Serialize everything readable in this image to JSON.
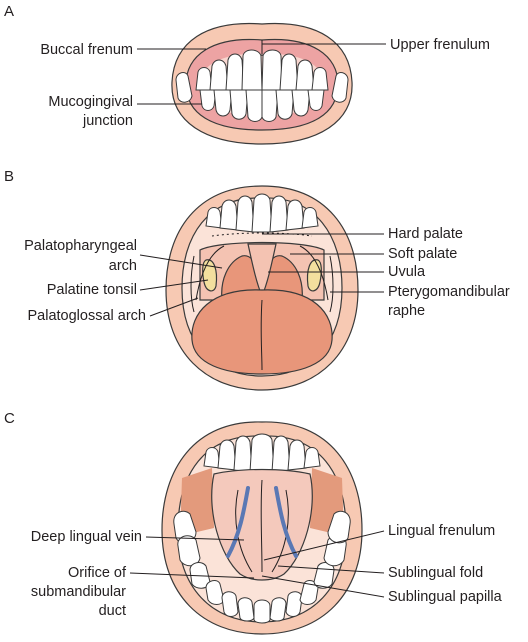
{
  "panels": {
    "a": {
      "letter": "A",
      "labels": {
        "buccal_frenum": "Buccal frenum",
        "upper_frenulum": "Upper frenulum",
        "mucogingival_1": "Mucogingival",
        "mucogingival_2": "junction"
      }
    },
    "b": {
      "letter": "B",
      "labels": {
        "palatopharyngeal_1": "Palatopharyngeal",
        "palatopharyngeal_2": "arch",
        "palatine_tonsil": "Palatine tonsil",
        "palatoglossal_arch": "Palatoglossal arch",
        "hard_palate": "Hard palate",
        "soft_palate": "Soft palate",
        "uvula": "Uvula",
        "pterygomandibular_1": "Pterygomandibular",
        "pterygomandibular_2": "raphe"
      }
    },
    "c": {
      "letter": "C",
      "labels": {
        "deep_lingual_vein": "Deep lingual vein",
        "orifice_1": "Orifice of",
        "orifice_2": "submandibular",
        "orifice_3": "duct",
        "lingual_frenulum": "Lingual frenulum",
        "sublingual_fold": "Sublingual fold",
        "sublingual_papilla": "Sublingual papilla"
      }
    }
  },
  "colors": {
    "lip": "#f7c9b3",
    "gum": "#eda3a3",
    "tongue": "#e8967a",
    "mouth_inner": "#fbe3d8",
    "soft_palate": "#f4c3b2",
    "cheek": "#e39a7c",
    "vein": "#5a78b4",
    "tonsil": "#f3df9e"
  }
}
